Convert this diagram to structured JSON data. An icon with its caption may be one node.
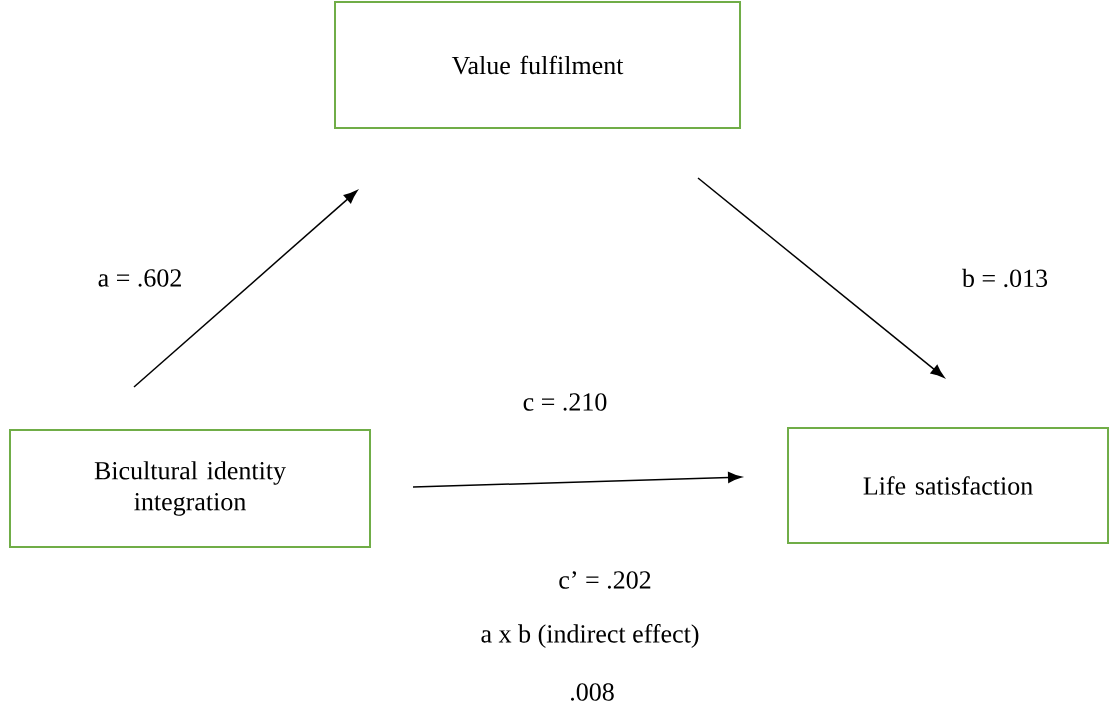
{
  "diagram": {
    "nodes": [
      {
        "text": [
          "Value fulfilment"
        ]
      },
      {
        "text": [
          "Bicultural identity integration"
        ]
      },
      {
        "text": [
          "Life satisfaction"
        ]
      }
    ],
    "edges": [
      {
        "from": 1,
        "to": 0,
        "arrow": "to",
        "label": "a = .602"
      },
      {
        "from": 0,
        "to": 2,
        "arrow": "to",
        "label": "b = .013"
      },
      {
        "from": 1,
        "to": 2,
        "arrow": "to",
        "label": "c = .210"
      }
    ],
    "labels": [
      "c’ = .202",
      "a x b (indirect effect)",
      ".008"
    ]
  }
}
